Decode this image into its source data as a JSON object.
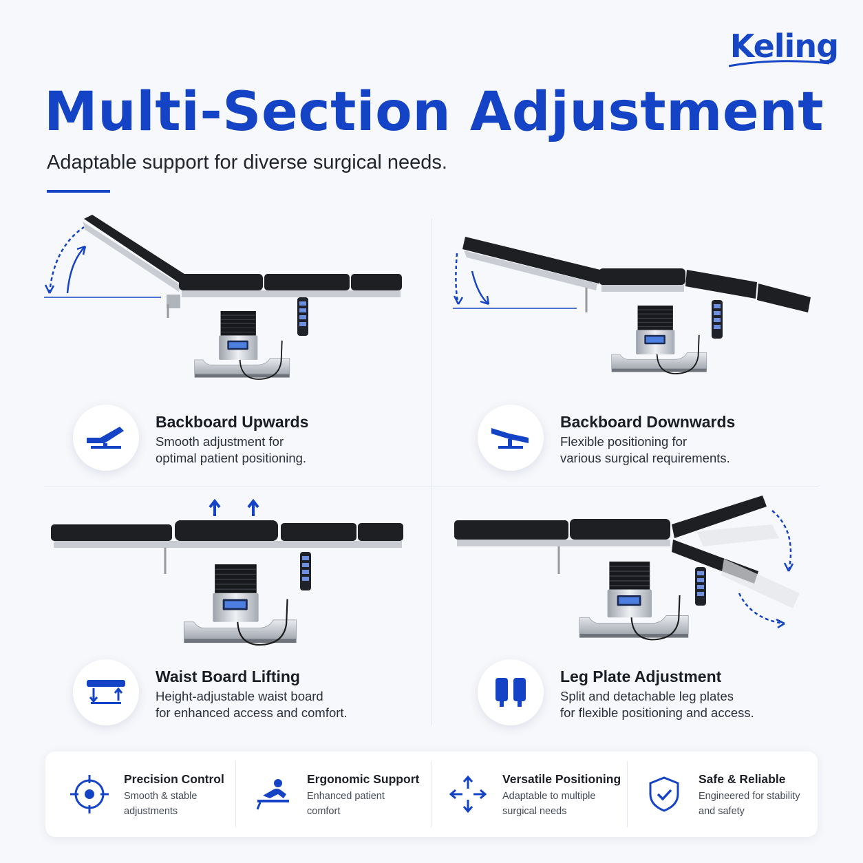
{
  "brand": {
    "logo_text": "Keling"
  },
  "header": {
    "title": "Multi-Section Adjustment",
    "subtitle": "Adaptable support for diverse surgical needs."
  },
  "features": [
    {
      "icon": "backboard-up-icon",
      "title": "Backboard Upwards",
      "desc_line1": "Smooth adjustment for",
      "desc_line2": "optimal patient positioning."
    },
    {
      "icon": "backboard-down-icon",
      "title": "Backboard Downwards",
      "desc_line1": "Flexible positioning for",
      "desc_line2": "various surgical requirements."
    },
    {
      "icon": "waist-board-lift-icon",
      "title": "Waist Board Lifting",
      "desc_line1": "Height-adjustable waist board",
      "desc_line2": "for enhanced access and comfort."
    },
    {
      "icon": "leg-plate-icon",
      "title": "Leg Plate Adjustment",
      "desc_line1": "Split and detachable leg plates",
      "desc_line2": "for flexible positioning and access."
    }
  ],
  "highlights": [
    {
      "icon": "crosshair-icon",
      "title": "Precision Control",
      "desc_line1": "Smooth & stable",
      "desc_line2": "adjustments"
    },
    {
      "icon": "patient-support-icon",
      "title": "Ergonomic Support",
      "desc_line1": "Enhanced patient",
      "desc_line2": "comfort"
    },
    {
      "icon": "move-arrows-icon",
      "title": "Versatile Positioning",
      "desc_line1": "Adaptable to multiple",
      "desc_line2": "surgical needs"
    },
    {
      "icon": "shield-check-icon",
      "title": "Safe & Reliable",
      "desc_line1": "Engineered for stability",
      "desc_line2": "and safety"
    }
  ],
  "colors": {
    "accent": "#1543c6",
    "mattress": "#1d1f23",
    "steel": "#c9ccd2",
    "text": "#1c1f26"
  }
}
